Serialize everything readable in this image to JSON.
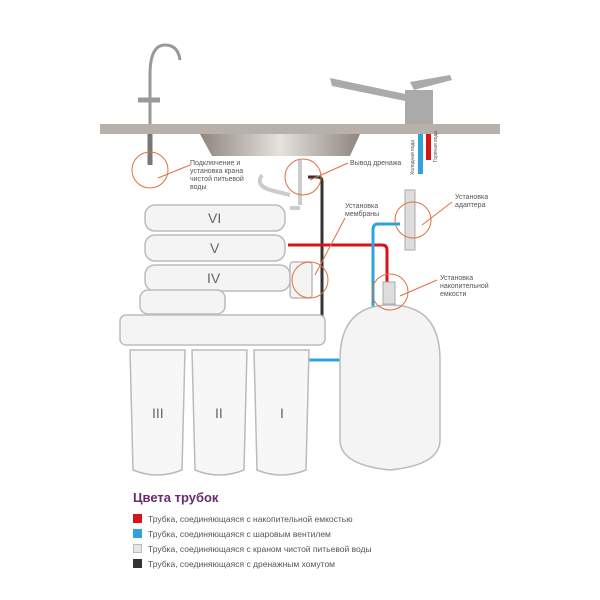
{
  "labels": {
    "faucet_install": [
      "Подключение и",
      "установка крана",
      "чистой питьевой",
      "воды"
    ],
    "drain_outlet": "Вывод дренажа",
    "membrane_install": [
      "Установка",
      "мембраны"
    ],
    "adapter_install": [
      "Установка",
      "адаптера"
    ],
    "tank_install": [
      "Установка",
      "накопительной",
      "емкости"
    ],
    "cold_water": "Холодная вода",
    "hot_water": "Горячая вода"
  },
  "stages": [
    "VI",
    "V",
    "IV",
    "III",
    "II",
    "I"
  ],
  "legend": {
    "title": "Цвета трубок",
    "items": [
      {
        "label": "Трубка, соединяющаяся с накопительной емкостью",
        "color": "#d7141a"
      },
      {
        "label": "Трубка, соединяющаяся с шаровым вентилем",
        "color": "#2ea3dc"
      },
      {
        "label": "Трубка, соединяющаяся с краном чистой питьевой воды",
        "color": "#e6e6e6"
      },
      {
        "label": "Трубка, соединяющаяся с дренажным хомутом",
        "color": "#333333"
      }
    ]
  },
  "colors": {
    "callout": "#e07040",
    "red_pipe": "#d7141a",
    "blue_pipe": "#2ea3dc",
    "drain_pipe": "#333333",
    "title": "#6b2a6b"
  }
}
